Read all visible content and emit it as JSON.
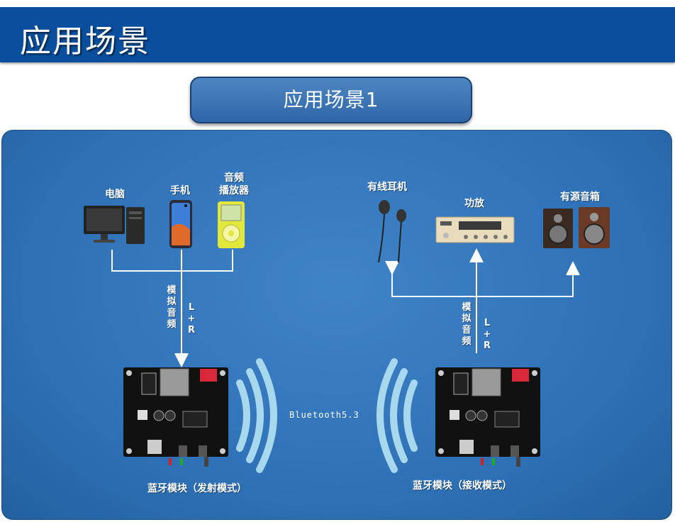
{
  "header": {
    "title": "应用场景"
  },
  "scene": {
    "title": "应用场景1"
  },
  "sources": [
    {
      "label": "电脑",
      "icon": "computer-icon"
    },
    {
      "label": "手机",
      "icon": "phone-icon"
    },
    {
      "label": "音频播放器",
      "line1": "音频",
      "line2": "播放器",
      "icon": "mp3-player-icon"
    }
  ],
  "sinks": [
    {
      "label": "有线耳机",
      "icon": "earphones-icon"
    },
    {
      "label": "功放",
      "icon": "amplifier-icon"
    },
    {
      "label": "有源音箱",
      "icon": "speakers-icon"
    }
  ],
  "signal": {
    "type_label": "模拟音频",
    "channel_label": "L+R"
  },
  "link": {
    "label": "Bluetooth5.3"
  },
  "modules": {
    "transmitter": "蓝牙模块（发射模式）",
    "receiver": "蓝牙模块（接收模式）"
  },
  "colors": {
    "header_bg": "#0a4f9e",
    "panel_bg": "#2e70b6",
    "wave": "#a8d8ee",
    "board": "#111111"
  }
}
